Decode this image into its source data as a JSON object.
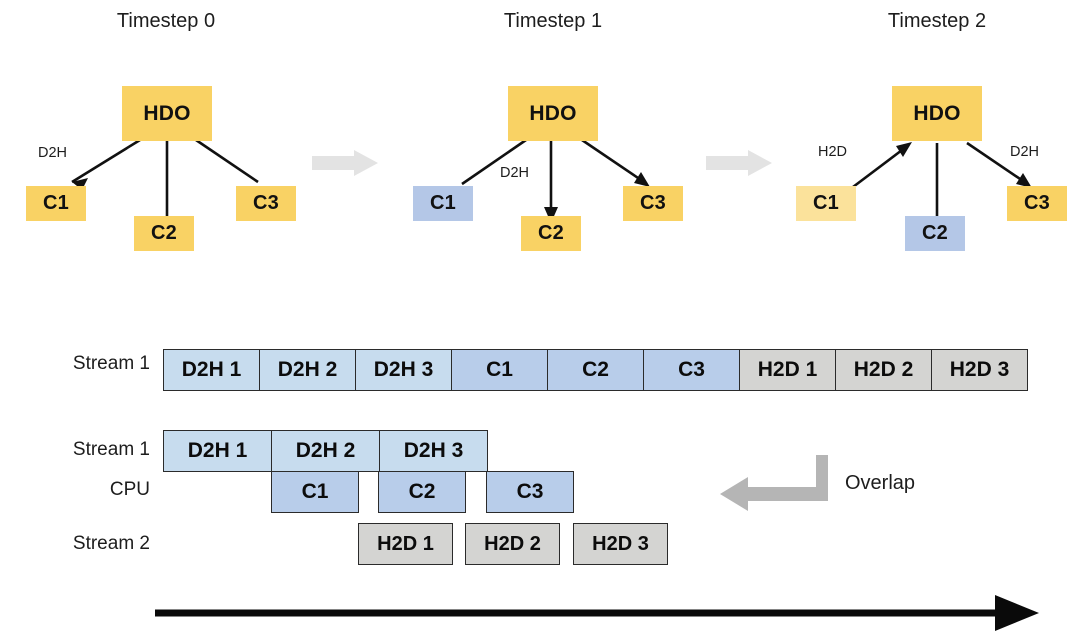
{
  "diagram": {
    "title_prefix": "Timestep",
    "colors": {
      "yellow": "#f9d264",
      "yellow_light": "#fbe29b",
      "blue_node": "#b4c7e7",
      "blue_light": "#c7dcee",
      "blue_mid": "#b8cdea",
      "gray_cell": "#d4d4d2",
      "arrow_gray": "#e3e3e3",
      "overlap_gray": "#b5b5b5",
      "stroke": "#2b2b2b",
      "text": "#1d1d1d"
    },
    "timesteps": [
      {
        "title": "Timestep 0",
        "root": {
          "label": "HDO",
          "color": "#f9d264"
        },
        "children": [
          {
            "label": "C1",
            "color": "#f9d264"
          },
          {
            "label": "C2",
            "color": "#f9d264"
          },
          {
            "label": "C3",
            "color": "#f9d264"
          }
        ],
        "edge_labels": [
          {
            "text": "D2H"
          }
        ]
      },
      {
        "title": "Timestep 1",
        "root": {
          "label": "HDO",
          "color": "#f9d264"
        },
        "children": [
          {
            "label": "C1",
            "color": "#b4c7e7"
          },
          {
            "label": "C2",
            "color": "#f9d264"
          },
          {
            "label": "C3",
            "color": "#f9d264"
          }
        ],
        "edge_labels": [
          {
            "text": "D2H"
          }
        ]
      },
      {
        "title": "Timestep 2",
        "root": {
          "label": "HDO",
          "color": "#f9d264"
        },
        "children": [
          {
            "label": "C1",
            "color": "#fbe29b"
          },
          {
            "label": "C2",
            "color": "#b4c7e7"
          },
          {
            "label": "C3",
            "color": "#f9d264"
          }
        ],
        "edge_labels": [
          {
            "text": "H2D"
          },
          {
            "text": "D2H"
          }
        ]
      }
    ]
  },
  "timeline": {
    "sequential": {
      "row_label": "Stream 1",
      "cells": [
        {
          "label": "D2H 1",
          "color": "#c7dcee"
        },
        {
          "label": "D2H 2",
          "color": "#c7dcee"
        },
        {
          "label": "D2H 3",
          "color": "#c7dcee"
        },
        {
          "label": "C1",
          "color": "#b8cdea"
        },
        {
          "label": "C2",
          "color": "#b8cdea"
        },
        {
          "label": "C3",
          "color": "#b8cdea"
        },
        {
          "label": "H2D 1",
          "color": "#d4d4d2"
        },
        {
          "label": "H2D 2",
          "color": "#d4d4d2"
        },
        {
          "label": "H2D 3",
          "color": "#d4d4d2"
        }
      ]
    },
    "overlapped": {
      "rows": [
        {
          "row_label": "Stream 1",
          "cells": [
            {
              "label": "D2H 1",
              "color": "#c7dcee"
            },
            {
              "label": "D2H 2",
              "color": "#c7dcee"
            },
            {
              "label": "D2H 3",
              "color": "#c7dcee"
            }
          ]
        },
        {
          "row_label": "CPU",
          "cells": [
            {
              "label": "C1",
              "color": "#b8cdea"
            },
            {
              "label": "C2",
              "color": "#b8cdea"
            },
            {
              "label": "C3",
              "color": "#b8cdea"
            }
          ]
        },
        {
          "row_label": "Stream 2",
          "cells": [
            {
              "label": "H2D 1",
              "color": "#d4d4d2"
            },
            {
              "label": "H2D 2",
              "color": "#d4d4d2"
            },
            {
              "label": "H2D 3",
              "color": "#d4d4d2"
            }
          ]
        }
      ]
    },
    "overlap_annotation": {
      "label": "Overlap"
    }
  }
}
